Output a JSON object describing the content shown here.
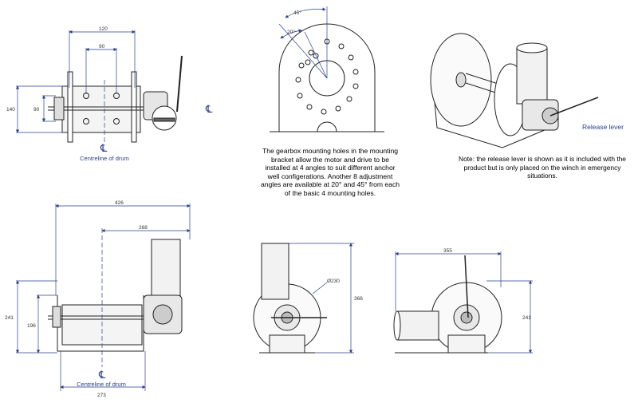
{
  "texts": {
    "centreline_top": "Centreline of drum",
    "centreline_bottom": "Centreline of drum",
    "cl_symbol": "℄",
    "gearbox_note": "The gearbox mounting holes in the mounting bracket allow the motor and drive to be installed at 4 angles to suit different anchor well configerations. Another 8 adjustment angles are available at 20° and 45° from each of the basic 4 mounting holes.",
    "release_note": "Note: the release lever is shown as it is included with the product but is only placed on the winch in emergency situations.",
    "release_label": "Release lever"
  },
  "dimensions": {
    "d120": "120",
    "d90_top": "90",
    "d140": "140",
    "d90_left": "90",
    "a45": "45°",
    "a20": "20°",
    "d426": "426",
    "d268": "268",
    "d241_left": "241",
    "d196": "196",
    "d273": "273",
    "d230": "Ø230",
    "d366": "366",
    "d355": "355",
    "d241_right": "241"
  },
  "colors": {
    "dimension": "#2a3f8f",
    "line": "#222222"
  }
}
